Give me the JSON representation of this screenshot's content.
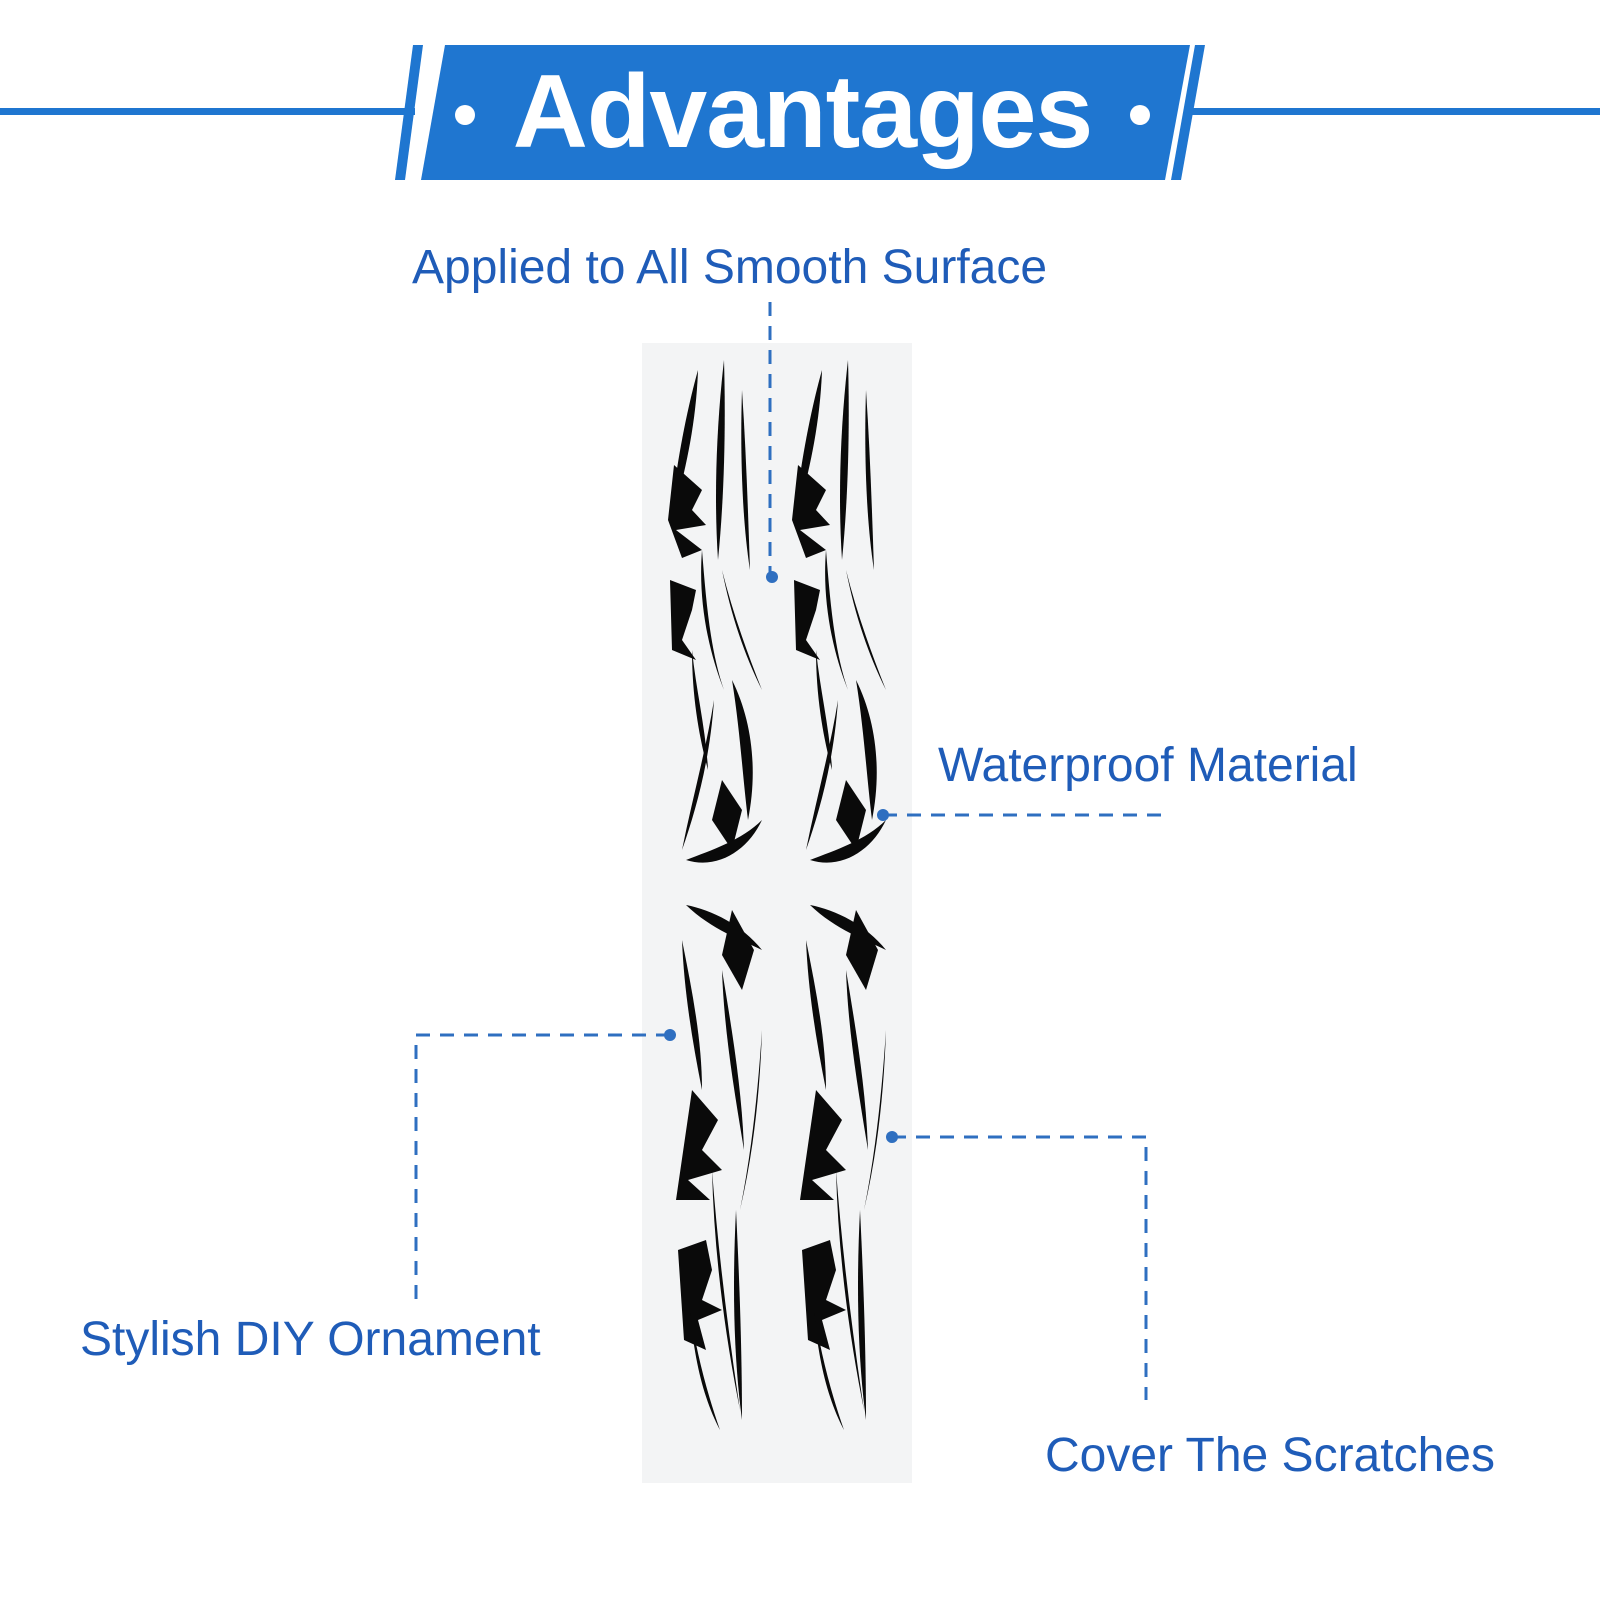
{
  "header": {
    "title": "Advantages",
    "accent_color": "#1f76d0"
  },
  "features": {
    "top": "Applied to All Smooth Surface",
    "waterproof": "Waterproof Material",
    "stylish": "Stylish DIY Ornament",
    "cover": "Cover The Scratches"
  },
  "label_color": "#1f5cb8",
  "product": {
    "icon": "tribal-flame-decal",
    "decal_color": "#000000"
  }
}
